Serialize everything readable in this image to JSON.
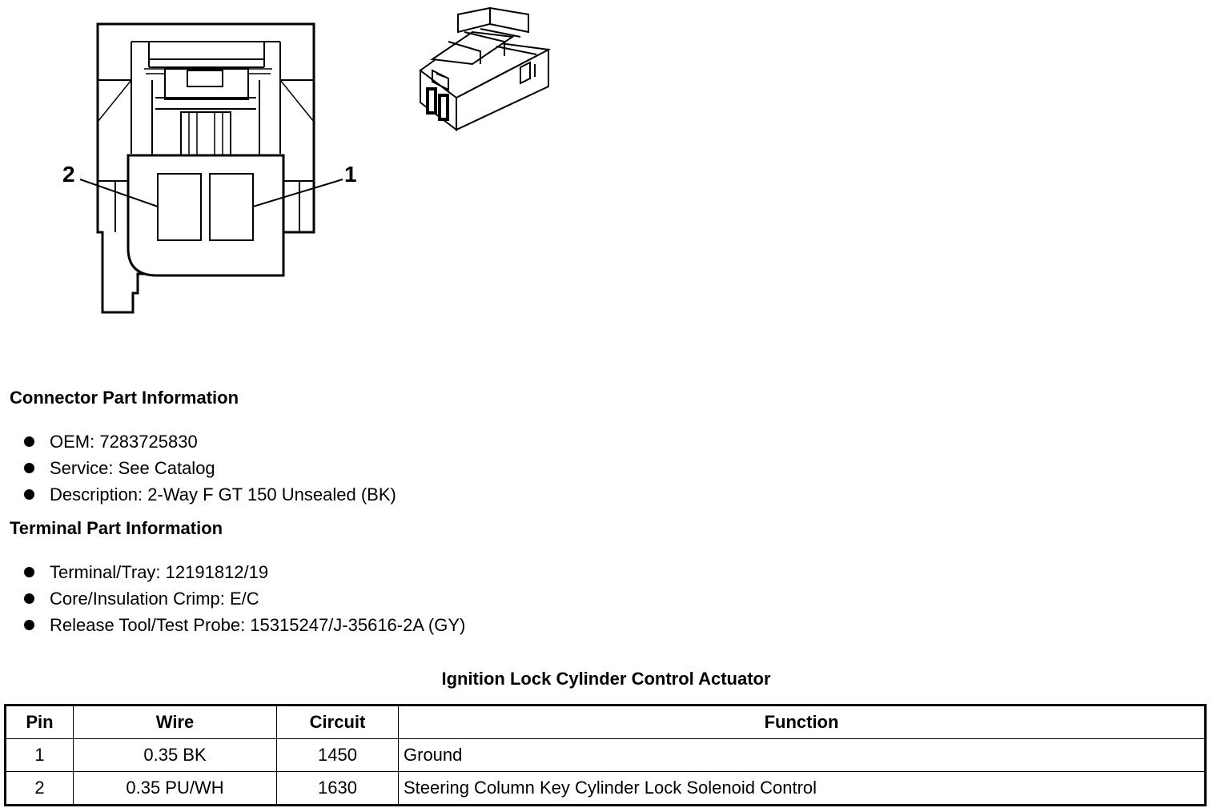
{
  "diagram": {
    "pin_callouts": [
      "2",
      "1"
    ]
  },
  "connector_info": {
    "heading": "Connector Part Information",
    "items": [
      "OEM: 7283725830",
      "Service: See Catalog",
      "Description: 2-Way F GT 150 Unsealed (BK)"
    ]
  },
  "terminal_info": {
    "heading": "Terminal Part Information",
    "items": [
      "Terminal/Tray: 12191812/19",
      "Core/Insulation Crimp: E/C",
      "Release Tool/Test Probe: 15315247/J-35616-2A (GY)"
    ]
  },
  "pin_table": {
    "title": "Ignition Lock Cylinder Control Actuator",
    "headers": [
      "Pin",
      "Wire",
      "Circuit",
      "Function"
    ],
    "rows": [
      [
        "1",
        "0.35 BK",
        "1450",
        "Ground"
      ],
      [
        "2",
        "0.35 PU/WH",
        "1630",
        "Steering Column Key Cylinder Lock Solenoid Control"
      ]
    ]
  }
}
